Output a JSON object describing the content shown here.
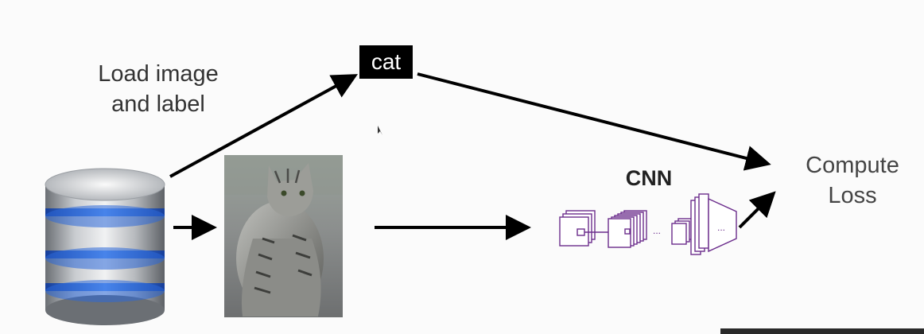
{
  "labels": {
    "load_line1": "Load image",
    "load_line2": "and label",
    "cat": "cat",
    "cnn": "CNN",
    "loss_line1": "Compute",
    "loss_line2": "Loss",
    "ellipsis": "..."
  },
  "icons": {
    "database": "database-icon",
    "photo": "cat-photo",
    "network": "cnn-network-icon"
  },
  "colors": {
    "arrow": "#000000",
    "cnn_outline": "#6b2d8c",
    "db_ring": "#3f7ff0",
    "label_bg": "#000000"
  }
}
